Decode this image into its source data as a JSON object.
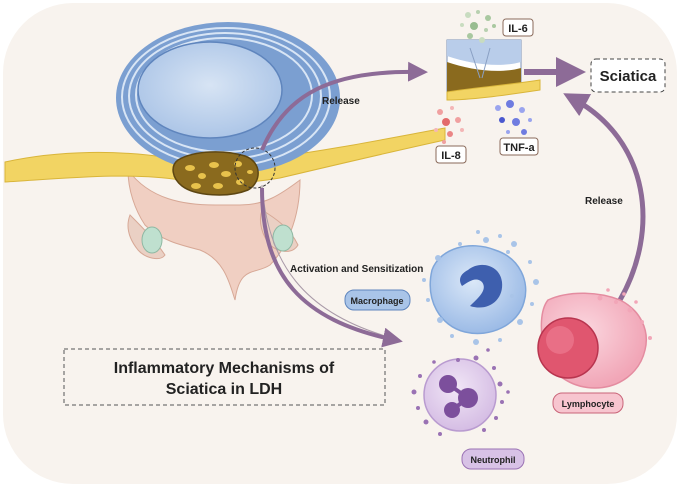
{
  "labels": {
    "il6": "IL-6",
    "il8": "IL-8",
    "tnf": "TNF-a",
    "sciatica": "Sciatica",
    "release_top": "Release",
    "release_right": "Release",
    "activation": "Activation and Sensitization",
    "macrophage": "Macrophage",
    "neutrophil": "Neutrophil",
    "lymphocyte": "Lymphocyte"
  },
  "title": {
    "line1": "Inflammatory Mechanisms  of",
    "line2": "Sciatica in LDH"
  },
  "colors": {
    "background_panel": "#f8f3ee",
    "disc_blue": "#8fb0dc",
    "disc_outer": "#6f93c8",
    "nerve_yellow": "#f2d463",
    "nucleus_brown": "#8a6a1e",
    "bone_pink": "#f0cfc2",
    "arrow_purple": "#8d6b97",
    "macrophage_blue": "#6f9bd6",
    "neutrophil_purple": "#b18ac6",
    "lymphocyte_pink": "#e67f97"
  }
}
